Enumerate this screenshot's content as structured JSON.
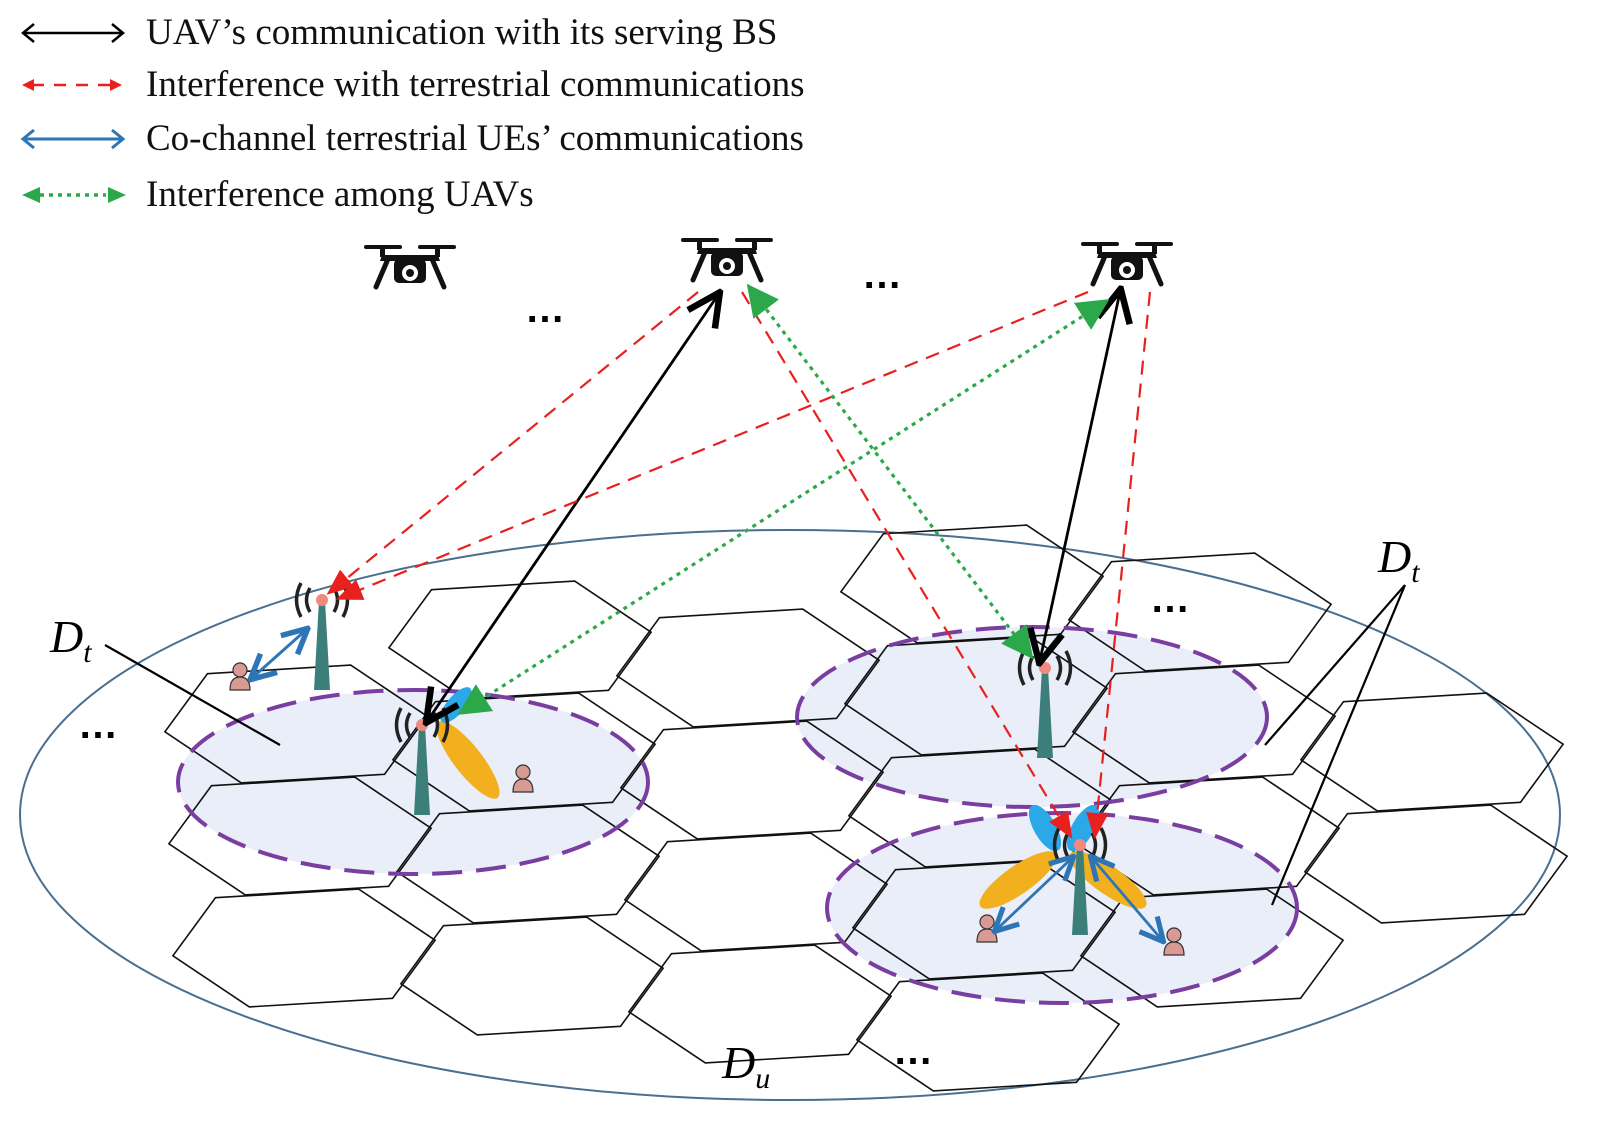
{
  "legend": [
    {
      "label": "UAV’s communication with its serving BS",
      "style": "solid",
      "color": "#000000",
      "icon": "double-arrow-solid-black"
    },
    {
      "label": "Interference with terrestrial communications",
      "style": "dashed",
      "color": "#e8201e",
      "icon": "double-arrow-dashed-red"
    },
    {
      "label": "Co-channel terrestrial UEs’ communications",
      "style": "solid",
      "color": "#2e75b6",
      "icon": "double-arrow-solid-blue"
    },
    {
      "label": "Interference among UAVs",
      "style": "dotted",
      "color": "#2aa84a",
      "icon": "double-arrow-dotted-green"
    }
  ],
  "colors": {
    "uav": "#111111",
    "bs_tower": "#3c7f7a",
    "bs_top": "#f08a7e",
    "cluster_border": "#7a3da0",
    "cluster_fill": "#e9eef8",
    "region_border": "#4a6f8f",
    "beam_blue": "#2ba8e8",
    "beam_orange": "#f2b01e",
    "user": "#d99a94"
  },
  "labels": {
    "dt_left": "D",
    "dt_left_sub": "t",
    "dt_right": "D",
    "dt_right_sub": "t",
    "du": "D",
    "du_sub": "u",
    "ellipsis": "…"
  },
  "entities": {
    "uavs": [
      "uav-1",
      "uav-2",
      "uav-3"
    ],
    "base_stations": [
      "bs-isolated",
      "bs-left-cluster",
      "bs-right-upper-cluster",
      "bs-right-lower-cluster"
    ],
    "users": [
      "ue-1",
      "ue-2",
      "ue-3",
      "ue-4"
    ]
  }
}
